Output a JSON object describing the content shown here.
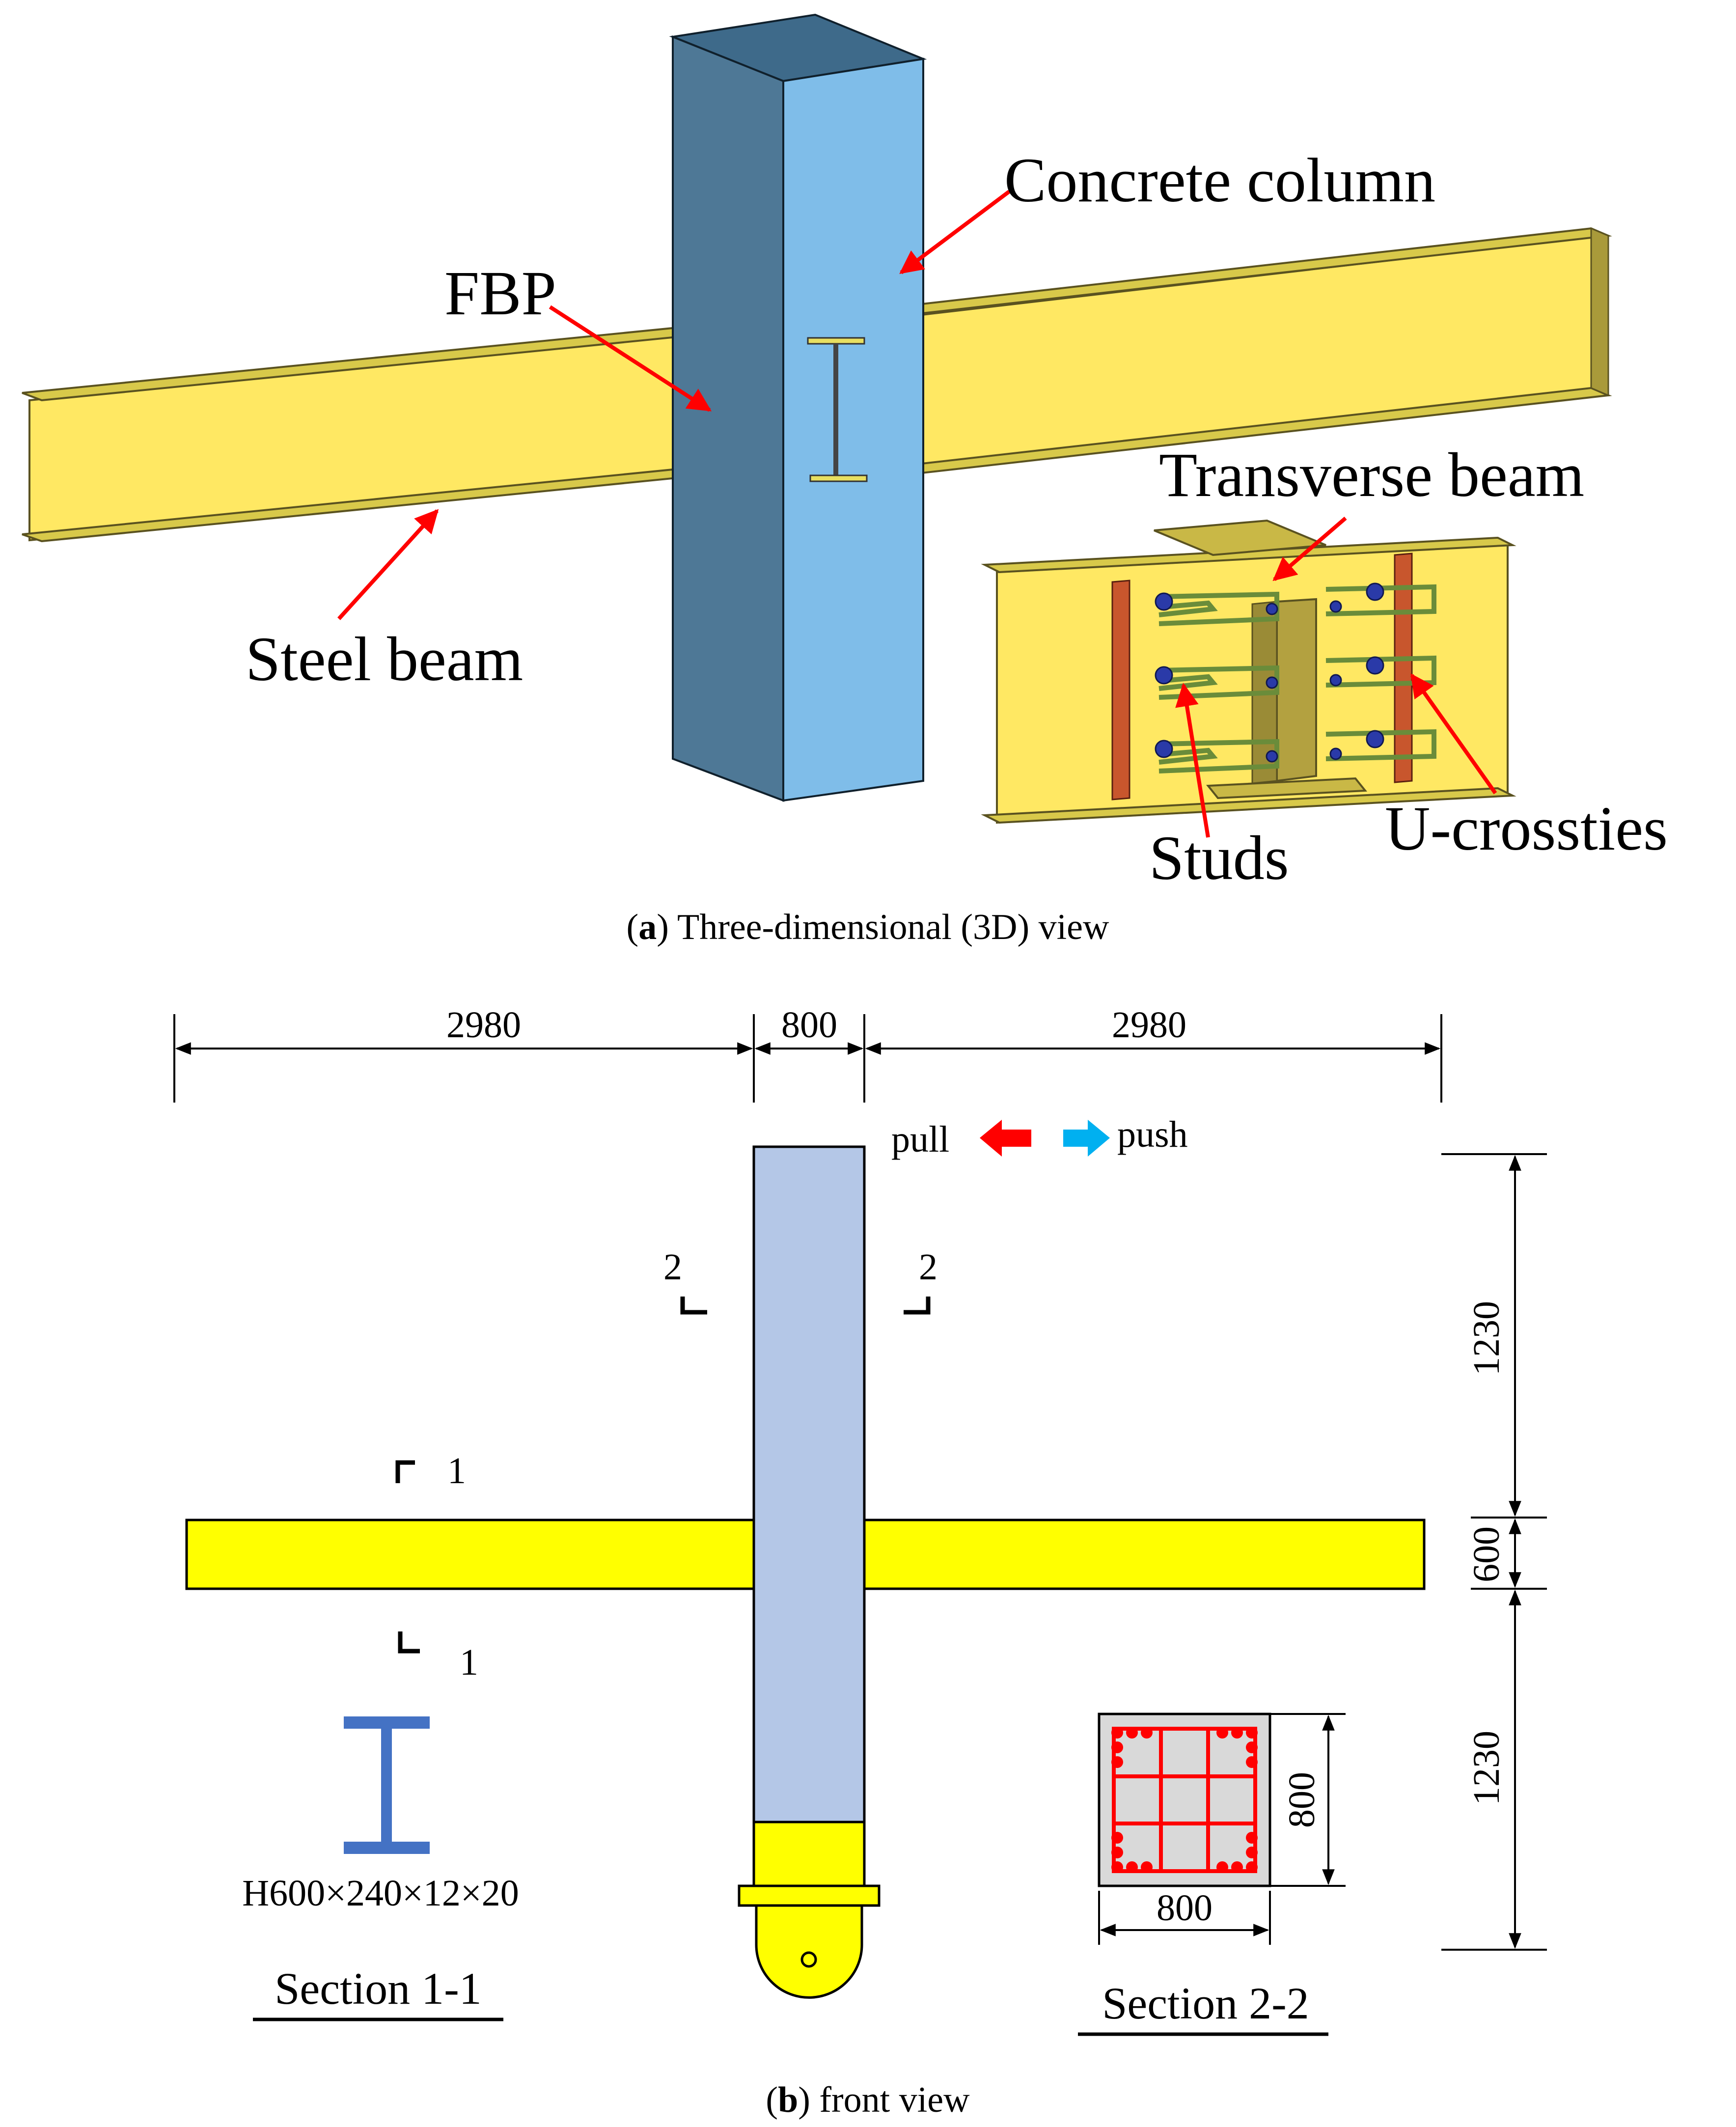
{
  "panel_a": {
    "labels": {
      "concrete_column": "Concrete column",
      "fbp": "FBP",
      "steel_beam": "Steel  beam",
      "transverse_beam": "Transverse beam",
      "studs": "Studs",
      "u_crossties": "U-crossties"
    },
    "caption_letter": "a",
    "caption_text": ") Three-dimensional (3D) view",
    "colors": {
      "beam": "#ffe863",
      "beam_dark": "#a99a3a",
      "column_front": "#7fbde9",
      "column_side": "#4e7896",
      "plate": "#c8562d",
      "arrow": "#ff0000"
    }
  },
  "panel_b": {
    "dimensions": {
      "left_span": "2980",
      "column_width": "800",
      "right_span": "2980",
      "upper_height": "1230",
      "beam_depth": "600",
      "lower_height": "1230",
      "section_height": "800",
      "section_width": "800"
    },
    "load": {
      "pull": "pull",
      "push": "push"
    },
    "section_marks": {
      "one": "1",
      "two": "2"
    },
    "section_1_1": {
      "spec": "H600×240×12×20",
      "title": "Section 1-1"
    },
    "section_2_2": {
      "title": "Section 2-2"
    },
    "caption_letter": "b",
    "caption_text": ") front view",
    "colors": {
      "beam": "#ffff00",
      "column": "#b4c7e7",
      "base": "#ffff00",
      "i_section": "#4472c4",
      "pull_arrow": "#ff0000",
      "push_arrow": "#00b0f0",
      "section_fill": "#d9d9d9",
      "rebar": "#ff0000"
    }
  }
}
